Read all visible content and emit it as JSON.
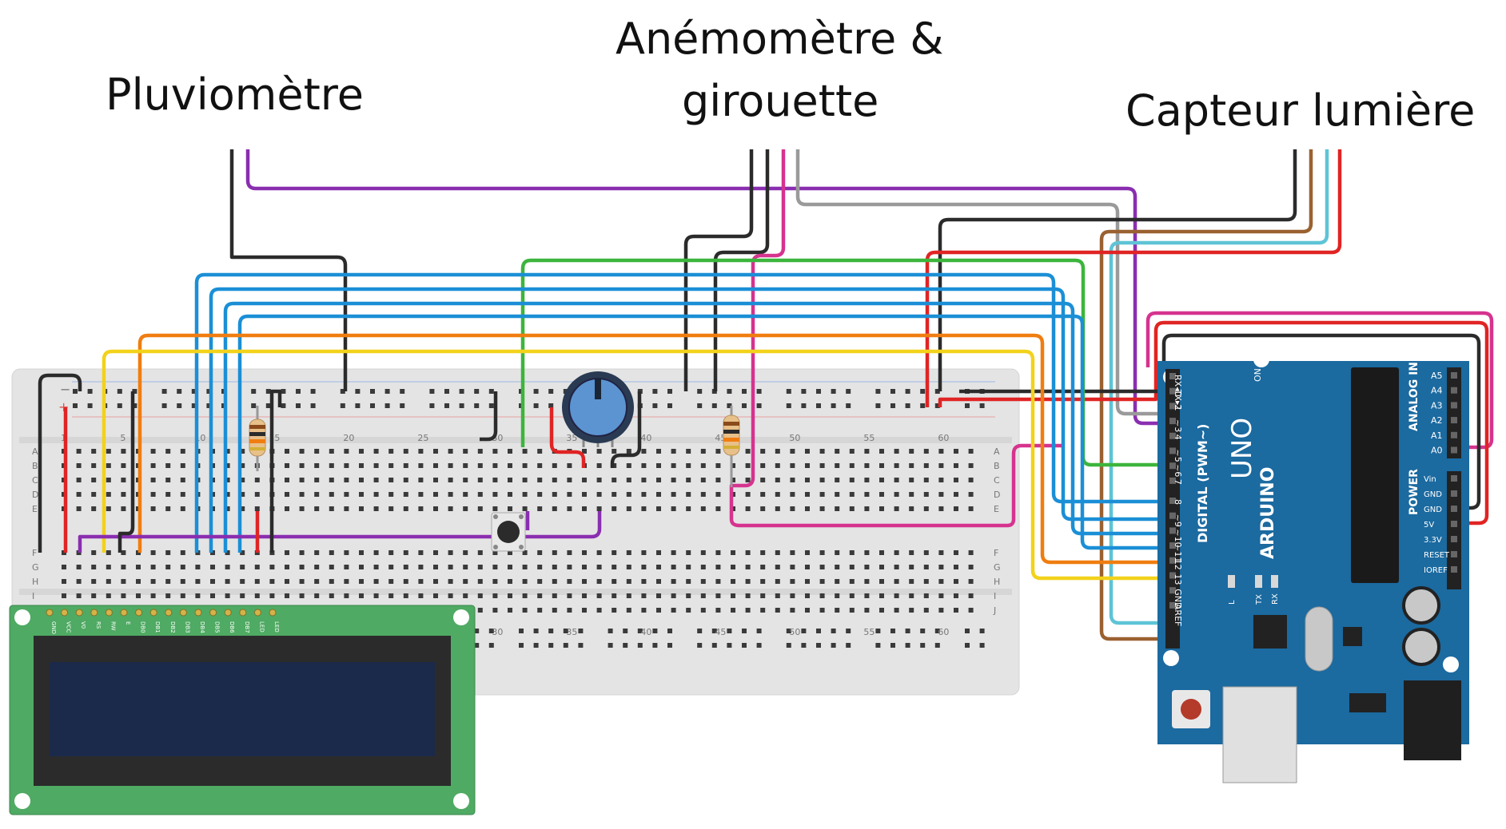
{
  "labels": {
    "rain": "Pluviomètre",
    "wind_line1": "Anémomètre &",
    "wind_line2": "girouette",
    "light": "Capteur lumière"
  },
  "breadboard": {
    "columns": [
      "1",
      "5",
      "10",
      "15",
      "20",
      "25",
      "30",
      "35",
      "40",
      "45",
      "50",
      "55",
      "60"
    ],
    "rows_top": [
      "A",
      "B",
      "C",
      "D",
      "E"
    ],
    "rows_bottom": [
      "F",
      "G",
      "H",
      "I",
      "J"
    ],
    "rail_minus": "−",
    "rail_plus": "+"
  },
  "lcd": {
    "pins": [
      "GND",
      "VCC",
      "V0",
      "RS",
      "RW",
      "E",
      "DB0",
      "DB1",
      "DB2",
      "DB3",
      "DB4",
      "DB5",
      "DB6",
      "DB7",
      "LED",
      "LED"
    ]
  },
  "arduino": {
    "digital_title": "DIGITAL (PWM~)",
    "digital_pins": [
      "RX◂0",
      "TX▸1",
      "2",
      "~3",
      "4",
      "~5",
      "~6",
      "7",
      "8",
      "~9",
      "~10",
      "~11",
      "12",
      "13",
      "GND",
      "AREF"
    ],
    "analog_title": "ANALOG IN",
    "analog_pins": [
      "A5",
      "A4",
      "A3",
      "A2",
      "A1",
      "A0"
    ],
    "power_title": "POWER",
    "power_pins": [
      "Vin",
      "GND",
      "GND",
      "5V",
      "3.3V",
      "RESET",
      "IOREF"
    ],
    "brand": "ARDUINO",
    "model": "UNO",
    "on_label": "ON",
    "leds": [
      "L",
      "TX",
      "RX"
    ]
  },
  "colors": {
    "black": "#2b2b2b",
    "purple": "#8a2eb0",
    "gray": "#9a9a9a",
    "magenta": "#d6338f",
    "brown": "#9a6130",
    "cyan": "#5ec4d6",
    "red": "#e02424",
    "green": "#3cb53c",
    "blue": "#1b8fd6",
    "orange": "#f07d10",
    "yellow": "#f2d21b"
  }
}
